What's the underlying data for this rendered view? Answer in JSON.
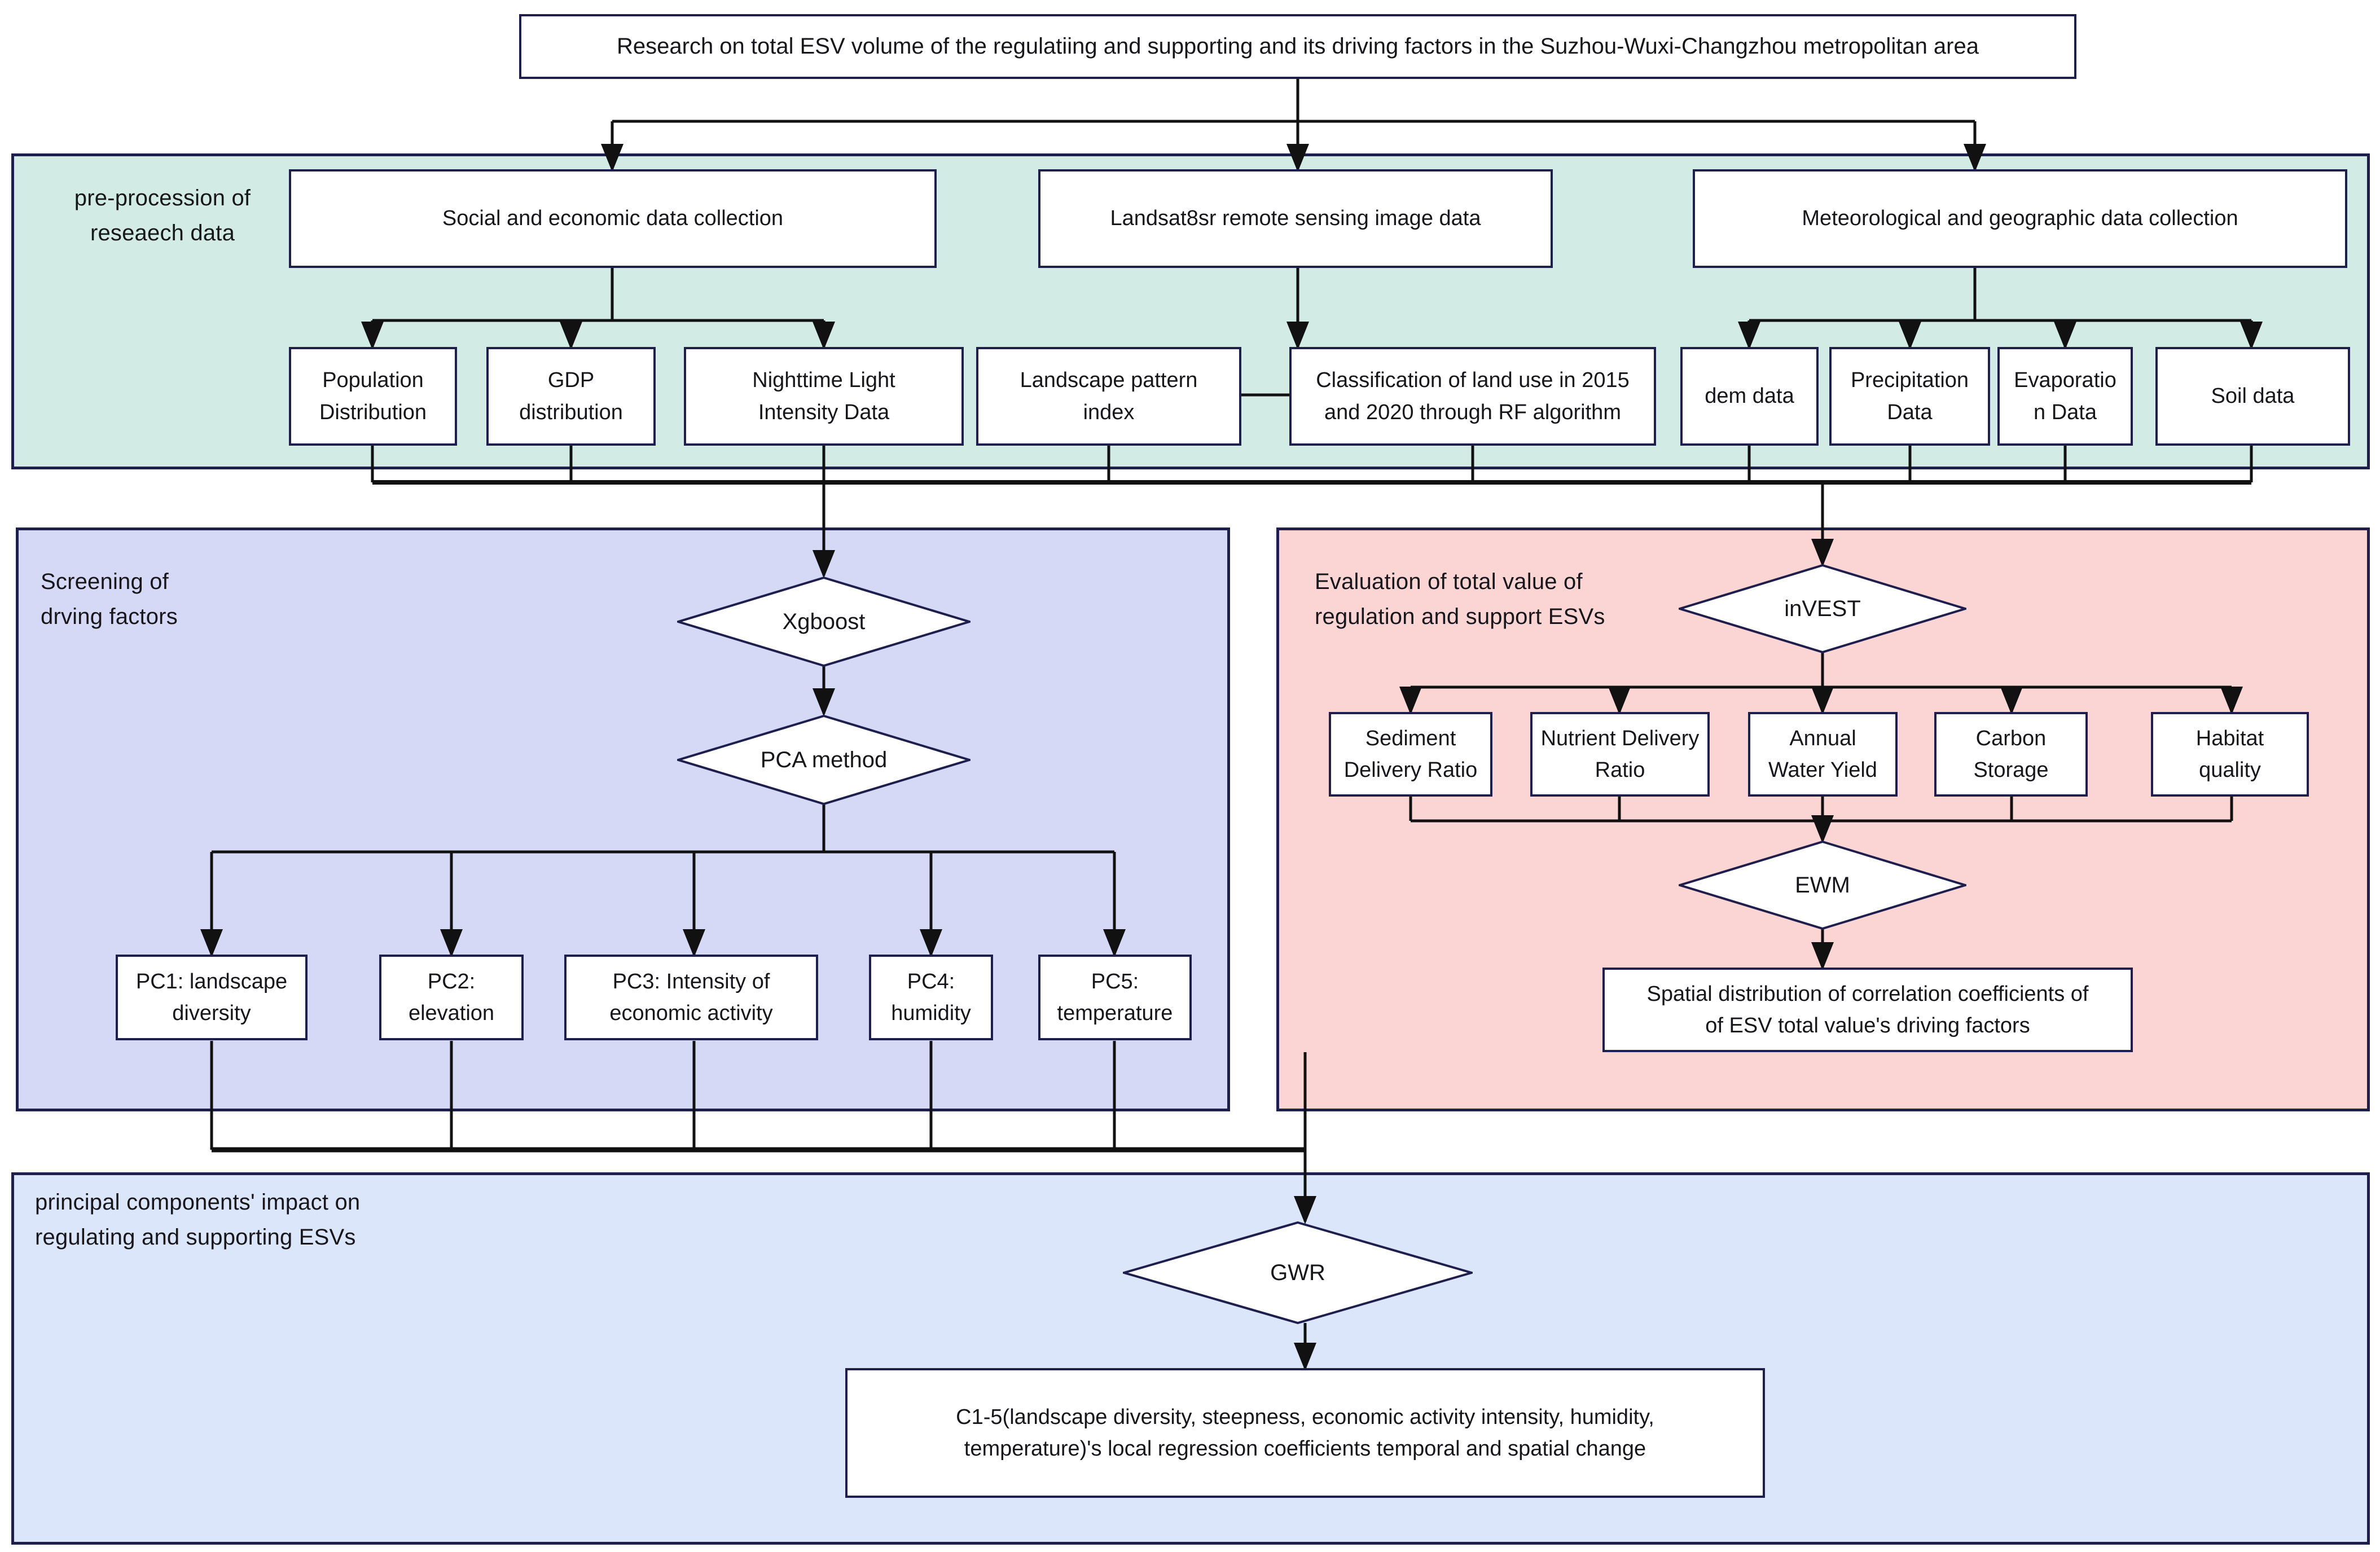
{
  "title_box": {
    "text": "Research on total ESV volume of the regulatiing and supporting and its driving factors in the Suzhou-Wuxi-Changzhou metropolitan area"
  },
  "colors": {
    "panel_preprocess": "#d2ece5",
    "panel_screening": "#d6d9f5",
    "panel_evaluation": "#fbd5d4",
    "panel_impact": "#dbe6fa",
    "border": "#1f1f4e",
    "connector": "#111111",
    "box_fill": "#ffffff",
    "text": "#17171b"
  },
  "panels": [
    {
      "id": "preprocess",
      "label": "pre-procession of\nreseaech data"
    },
    {
      "id": "screening",
      "label": "Screening of\ndrving factors"
    },
    {
      "id": "evaluation",
      "label": "Evaluation of total  value of\nregulation and support ESVs"
    },
    {
      "id": "impact",
      "label": "principal components' impact on\n regulating and supporting ESVs"
    }
  ],
  "collection_boxes": [
    {
      "id": "social",
      "text": "Social and economic data collection"
    },
    {
      "id": "landsat",
      "text": "Landsat8sr remote sensing image data"
    },
    {
      "id": "meteo",
      "text": "Meteorological and geographic data collection"
    }
  ],
  "data_boxes": [
    {
      "id": "population",
      "text": "Population\nDistribution"
    },
    {
      "id": "gdp",
      "text": "GDP\ndistribution"
    },
    {
      "id": "nightlight",
      "text": "Nighttime Light\nIntensity Data"
    },
    {
      "id": "landscape",
      "text": "Landscape pattern\nindex"
    },
    {
      "id": "classification",
      "text": "Classification of land use in 2015\nand 2020 through RF algorithm"
    },
    {
      "id": "dem",
      "text": "dem data"
    },
    {
      "id": "precipitation",
      "text": "Precipitation\nData"
    },
    {
      "id": "evaporation",
      "text": "Evaporatio\nn Data"
    },
    {
      "id": "soil",
      "text": "Soil data"
    }
  ],
  "diamonds": [
    {
      "id": "xgboost",
      "text": "Xgboost"
    },
    {
      "id": "pca",
      "text": "PCA method"
    },
    {
      "id": "invest",
      "text": "inVEST"
    },
    {
      "id": "ewm",
      "text": "EWM"
    },
    {
      "id": "gwr",
      "text": "GWR"
    }
  ],
  "principal_components": [
    {
      "id": "pc1",
      "text": "PC1:  landscape\ndiversity"
    },
    {
      "id": "pc2",
      "text": "PC2:\nelevation"
    },
    {
      "id": "pc3",
      "text": "PC3:  Intensity of\neconomic activity"
    },
    {
      "id": "pc4",
      "text": "PC4:\nhumidity"
    },
    {
      "id": "pc5",
      "text": "PC5:\ntemperature"
    }
  ],
  "invest_models": [
    {
      "id": "sediment",
      "text": "Sediment\nDelivery Ratio"
    },
    {
      "id": "nutrient",
      "text": "Nutrient Delivery\nRatio"
    },
    {
      "id": "water",
      "text": "Annual\nWater Yield"
    },
    {
      "id": "carbon",
      "text": "Carbon\nStorage"
    },
    {
      "id": "habitat",
      "text": "Habitat\nquality"
    }
  ],
  "result_boxes": [
    {
      "id": "spatial_corr",
      "text": "Spatial distribution of correlation coefficients of\nof ESV total value's driving factors"
    },
    {
      "id": "gwr_result",
      "text": "C1-5(landscape diversity, steepness, economic activity intensity, humidity,\ntemperature)'s local regression coefficients temporal and spatial change"
    }
  ]
}
